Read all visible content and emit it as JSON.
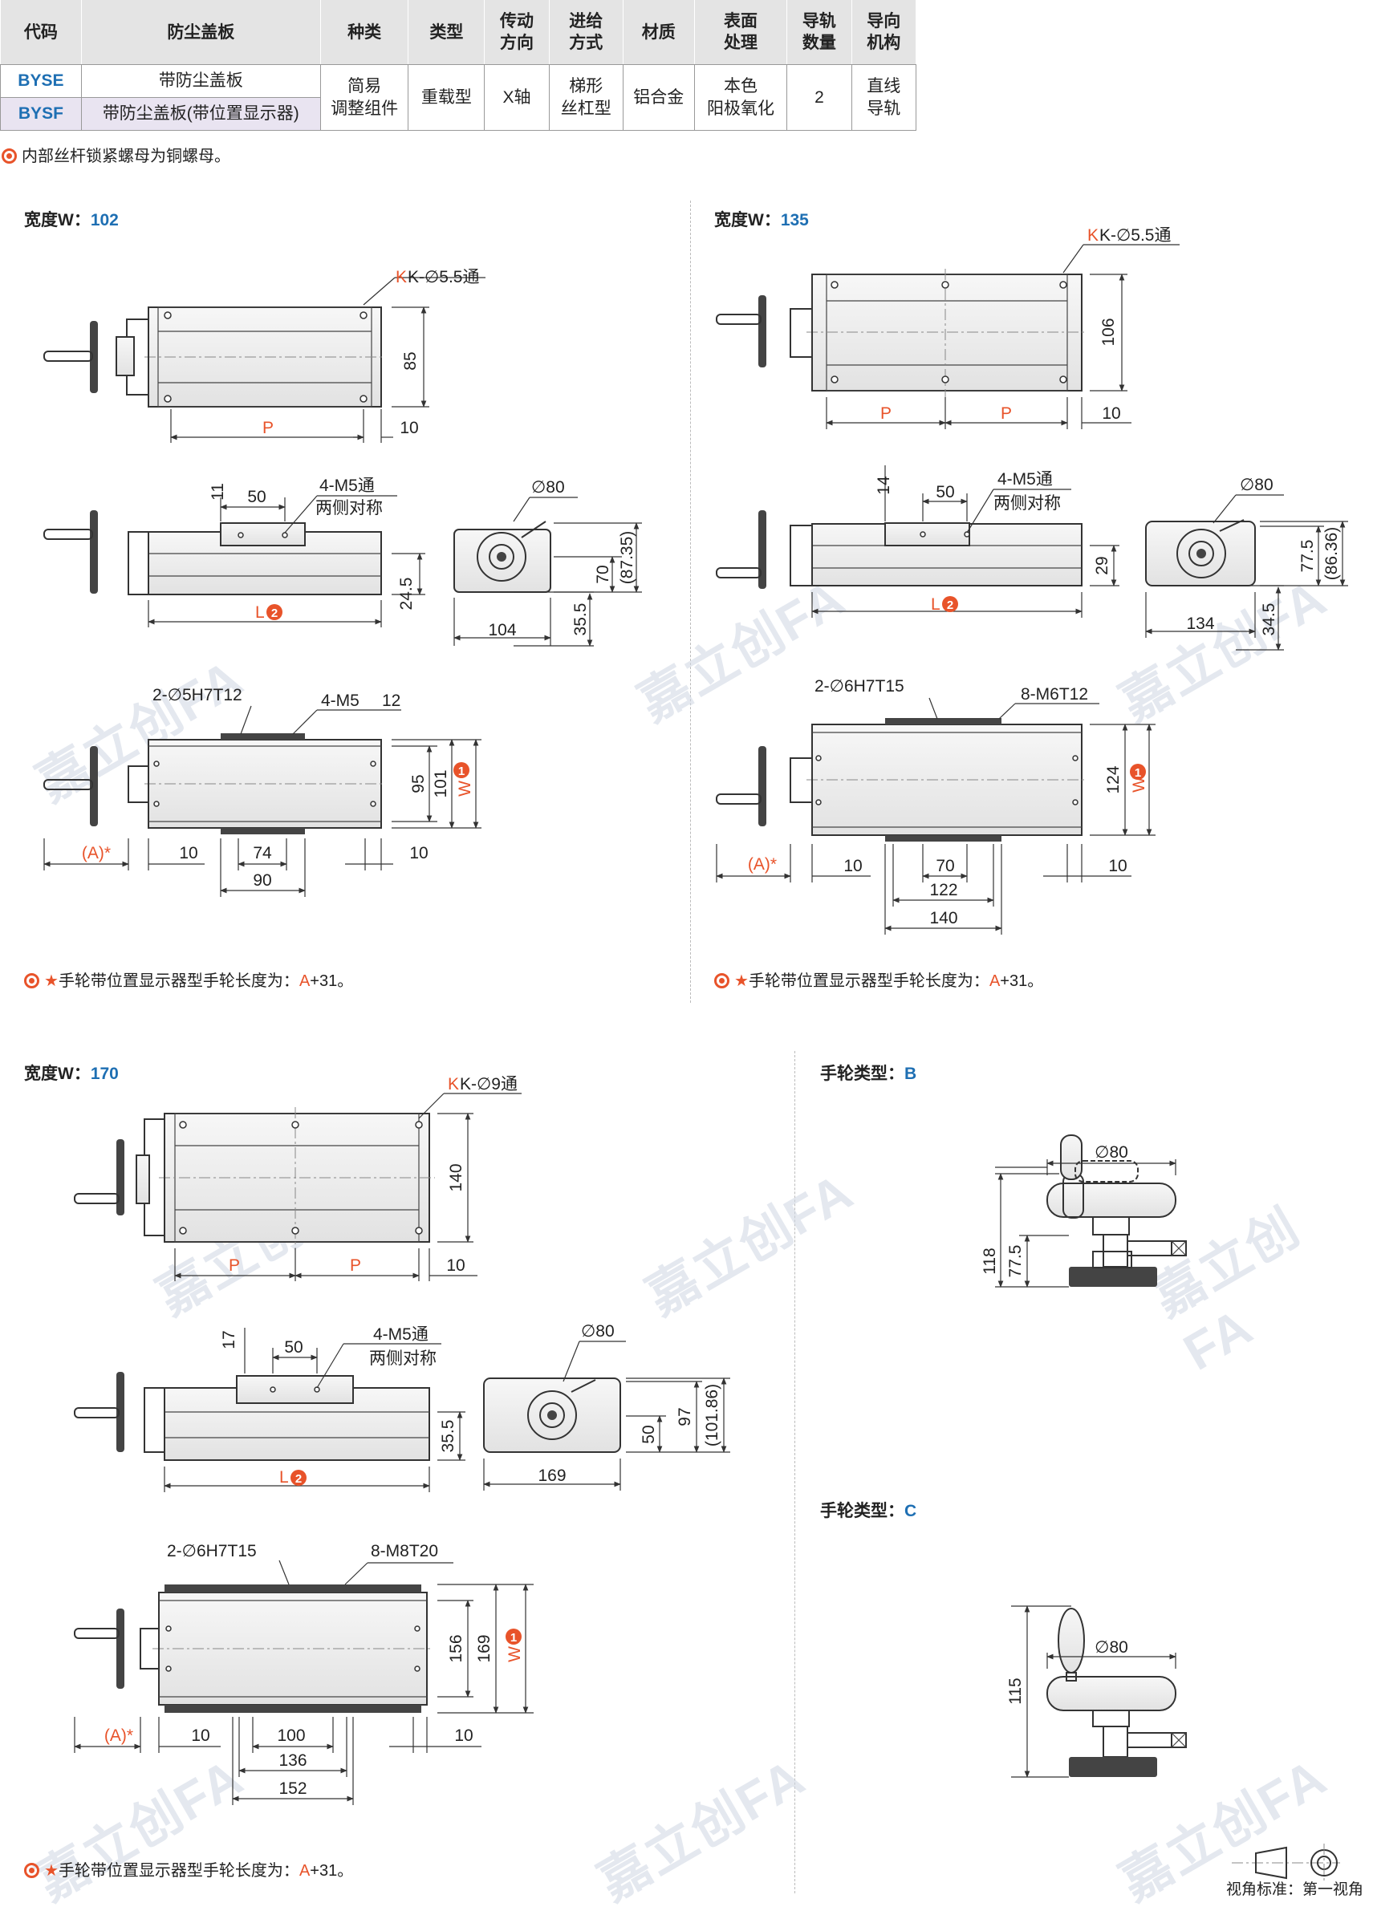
{
  "table": {
    "headers": [
      "代码",
      "防尘盖板",
      "种类",
      "类型",
      "传动\n方向",
      "进给\n方式",
      "材质",
      "表面\n处理",
      "导轨\n数量",
      "导向\n机构"
    ],
    "rows": [
      {
        "code": "BYSE",
        "cover": "带防尘盖板"
      },
      {
        "code": "BYSF",
        "cover": "带防尘盖板(带位置显示器)"
      }
    ],
    "shared": {
      "kind": "简易\n调整组件",
      "type": "重载型",
      "direction": "X轴",
      "feed": "梯形\n丝杠型",
      "material": "铝合金",
      "surface": "本色\n阳极氧化",
      "rails": "2",
      "guide": "直线\n导轨"
    }
  },
  "top_note": "内部丝杆锁紧螺母为铜螺母。",
  "sections": {
    "w102": {
      "title": "宽度W：",
      "value": "102",
      "note": "手轮带位置显示器型手轮长度为：",
      "note_a": "A",
      "note_b": "+31。",
      "dims": {
        "hole": "K-∅5.5通",
        "h": "85",
        "p": "P",
        "ten": "10",
        "eleven": "11",
        "fifty": "50",
        "m5": "4-M5通",
        "sym": "两侧对称",
        "d80": "∅80",
        "seventy": "70",
        "h87": "(87.35)",
        "l": "L",
        "twofour": "24.5",
        "w104": "104",
        "h355": "35.5",
        "pin": "2-∅5H7T12",
        "m5b": "4-M5",
        "twelve": "12",
        "n95": "95",
        "n101": "101",
        "w": "W",
        "a": "(A)*",
        "n74": "74",
        "n90": "90"
      }
    },
    "w135": {
      "title": "宽度W：",
      "value": "135",
      "note": "手轮带位置显示器型手轮长度为：",
      "note_a": "A",
      "note_b": "+31。",
      "dims": {
        "hole": "K-∅5.5通",
        "h": "106",
        "p": "P",
        "ten": "10",
        "fourteen": "14",
        "fifty": "50",
        "m5": "4-M5通",
        "sym": "两侧对称",
        "d80": "∅80",
        "n775": "77.5",
        "h86": "(86.36)",
        "l": "L",
        "n29": "29",
        "w134": "134",
        "h345": "34.5",
        "pin": "2-∅6H7T15",
        "m6": "8-M6T12",
        "n124": "124",
        "w": "W",
        "a": "(A)*",
        "n70": "70",
        "n122": "122",
        "n140": "140"
      }
    },
    "w170": {
      "title": "宽度W：",
      "value": "170",
      "note": "手轮带位置显示器型手轮长度为：",
      "note_a": "A",
      "note_b": "+31。",
      "dims": {
        "hole": "K-∅9通",
        "h": "140",
        "p": "P",
        "ten": "10",
        "seventeen": "17",
        "fifty": "50",
        "m5": "4-M5通",
        "sym": "两侧对称",
        "d80": "∅80",
        "n97": "97",
        "h101": "(101.86)",
        "n50": "50",
        "l": "L",
        "n355": "35.5",
        "w169": "169",
        "pin": "2-∅6H7T15",
        "m8": "8-M8T20",
        "n156": "156",
        "n169": "169",
        "w": "W",
        "a": "(A)*",
        "n100": "100",
        "n136": "136",
        "n152": "152"
      }
    },
    "wheel_b": {
      "title": "手轮类型：",
      "value": "B",
      "d80": "∅80",
      "n118": "118",
      "n775": "77.5"
    },
    "wheel_c": {
      "title": "手轮类型：",
      "value": "C",
      "d80": "∅80",
      "n115": "115"
    }
  },
  "view_standard": "视角标准：第一视角",
  "watermark": "嘉立创FA",
  "colors": {
    "accent_orange": "#e8532a",
    "code_blue": "#1e6fb3",
    "header_gray": "#e4e4e4",
    "row_tint": "#e9e4f1"
  }
}
